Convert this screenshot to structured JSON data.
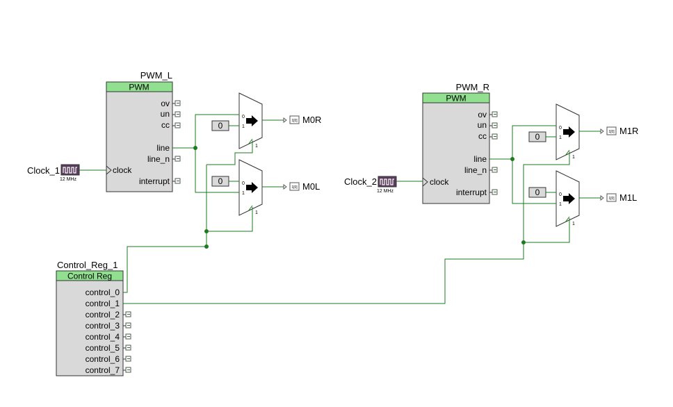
{
  "colors": {
    "wire": "#1f7a1f",
    "block_fill": "#d9d9d9",
    "block_header": "#90e090",
    "block_border": "#333333",
    "clock_fill": "#5a3d5c"
  },
  "pwm_l": {
    "instance_name": "PWM_L",
    "type_label": "PWM",
    "ports_right": [
      "ov",
      "un",
      "cc",
      "line",
      "line_n",
      "interrupt"
    ],
    "port_left": "clock"
  },
  "pwm_r": {
    "instance_name": "PWM_R",
    "type_label": "PWM",
    "ports_right": [
      "ov",
      "un",
      "cc",
      "line",
      "line_n",
      "interrupt"
    ],
    "port_left": "clock"
  },
  "clock_1": {
    "name": "Clock_1",
    "freq": "12 MHz",
    "icon": "clock-icon"
  },
  "clock_2": {
    "name": "Clock_2",
    "freq": "12 MHz",
    "icon": "clock-icon"
  },
  "control_reg": {
    "instance_name": "Control_Reg_1",
    "type_label": "Control Reg",
    "ports": [
      "control_0",
      "control_1",
      "control_2",
      "control_3",
      "control_4",
      "control_5",
      "control_6",
      "control_7"
    ]
  },
  "muxes": [
    {
      "id": "mux-m0r",
      "const": "0",
      "in0": "0",
      "in1": "1",
      "sel": "1",
      "pin_index": "1[0]",
      "output": "M0R",
      "icon": "arrow-right-icon"
    },
    {
      "id": "mux-m0l",
      "const": "0",
      "in0": "0",
      "in1": "1",
      "sel": "1",
      "pin_index": "1[0]",
      "output": "M0L",
      "icon": "arrow-right-icon"
    },
    {
      "id": "mux-m1r",
      "const": "0",
      "in0": "0",
      "in1": "1",
      "sel": "1",
      "pin_index": "1[0]",
      "output": "M1R",
      "icon": "arrow-right-icon"
    },
    {
      "id": "mux-m1l",
      "const": "0",
      "in0": "0",
      "in1": "1",
      "sel": "1",
      "pin_index": "1[0]",
      "output": "M1L",
      "icon": "arrow-right-icon"
    }
  ]
}
